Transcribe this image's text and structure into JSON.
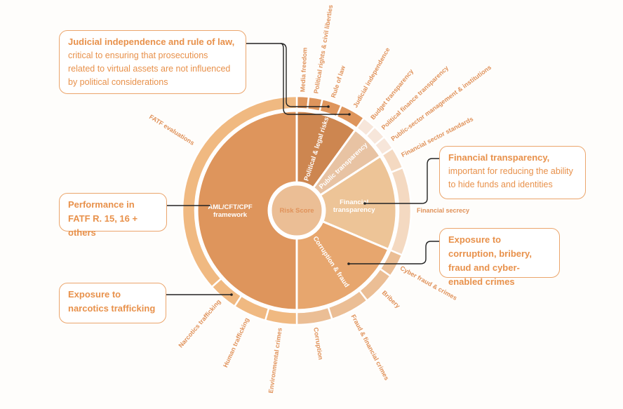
{
  "sunburst": {
    "center_label": "Risk Score",
    "colors": {
      "label": "#E0925A",
      "callout": "#E8914B",
      "border": "#EBA56C"
    },
    "categories": [
      {
        "label": "Political & legal risks",
        "span_deg": 36,
        "color": "#CD8650",
        "outer_color": "#DE955C",
        "children": [
          {
            "label": "Media freedom",
            "span_deg": 6
          },
          {
            "label": "Political rights & civil liberties",
            "span_deg": 7
          },
          {
            "label": "Rule of law",
            "span_deg": 10
          },
          {
            "label": "Judicial independence",
            "span_deg": 13
          }
        ]
      },
      {
        "label": "Public transparency",
        "span_deg": 21,
        "color": "#E8C3A3",
        "outer_color": "#F7E6DA",
        "children": [
          {
            "label": "Budget transparency",
            "span_deg": 7
          },
          {
            "label": "Political finance transparency",
            "span_deg": 7
          },
          {
            "label": "Public-sector management & institutions",
            "span_deg": 7
          }
        ]
      },
      {
        "label": "Financial transparency",
        "span_deg": 56,
        "color": "#EDC497",
        "outer_color": "#F4D9C1",
        "children": [
          {
            "label": "Financial sector standards",
            "span_deg": 11
          },
          {
            "label": "Financial secrecy",
            "span_deg": 45
          }
        ]
      },
      {
        "label": "Corruption & fraud",
        "span_deg": 67,
        "color": "#E7A66E",
        "outer_color": "#EBBE95",
        "children": [
          {
            "label": "Cyber fraud & crimes",
            "span_deg": 12
          },
          {
            "label": "Bribery",
            "span_deg": 17
          },
          {
            "label": "Fraud & financial crimes",
            "span_deg": 20
          },
          {
            "label": "Corruption",
            "span_deg": 18
          }
        ]
      },
      {
        "label": "AML/CFT/CPF framework",
        "span_deg": 180,
        "color": "#DE955C",
        "outer_color": "#F0B981",
        "children": [
          {
            "label": "Environmental crimes",
            "span_deg": 16
          },
          {
            "label": "Human trafficking",
            "span_deg": 17
          },
          {
            "label": "Narcotics trafficking",
            "span_deg": 15
          },
          {
            "label": "FATF evaluations",
            "span_deg": 132
          }
        ]
      }
    ]
  },
  "callouts": {
    "judicial": {
      "title": "Judicial independence and rule of law,",
      "body": "critical to ensuring that prosecutions related to virtual assets are not influenced by political considerations"
    },
    "financial": {
      "title": "Financial transparency,",
      "body": "important for reducing the ability to hide funds and identities"
    },
    "fatf": {
      "title": "Performance in FATF R. 15, 16 + others"
    },
    "corruption": {
      "title": "Exposure to corruption, bribery, fraud and cyber-enabled crimes"
    },
    "narcotics": {
      "title": "Exposure to narcotics trafficking"
    }
  }
}
